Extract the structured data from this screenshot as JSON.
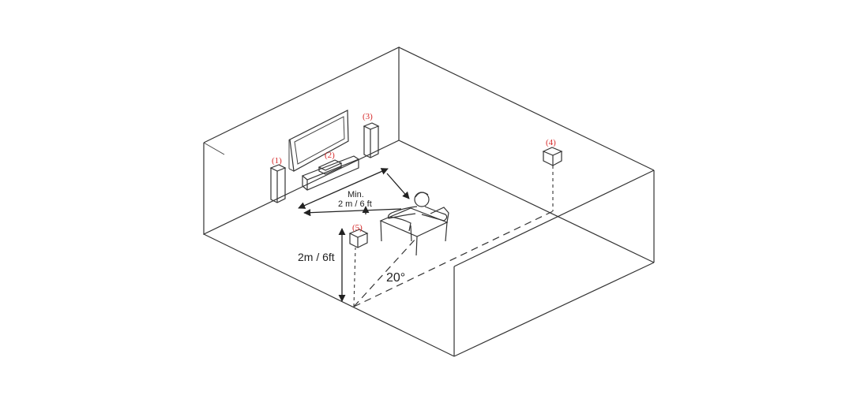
{
  "labels": {
    "min_distance_line1": "Min.",
    "min_distance_line2": "2 m / 6 ft",
    "height": "2m / 6ft",
    "angle": "20°"
  },
  "speaker_numbers": {
    "front_left": "(1)",
    "center": "(2)",
    "front_right": "(3)",
    "rear_right": "(4)",
    "rear_left": "(5)"
  },
  "colors": {
    "line": "#333333",
    "number_marker": "#d62b2b",
    "background": "#ffffff"
  }
}
